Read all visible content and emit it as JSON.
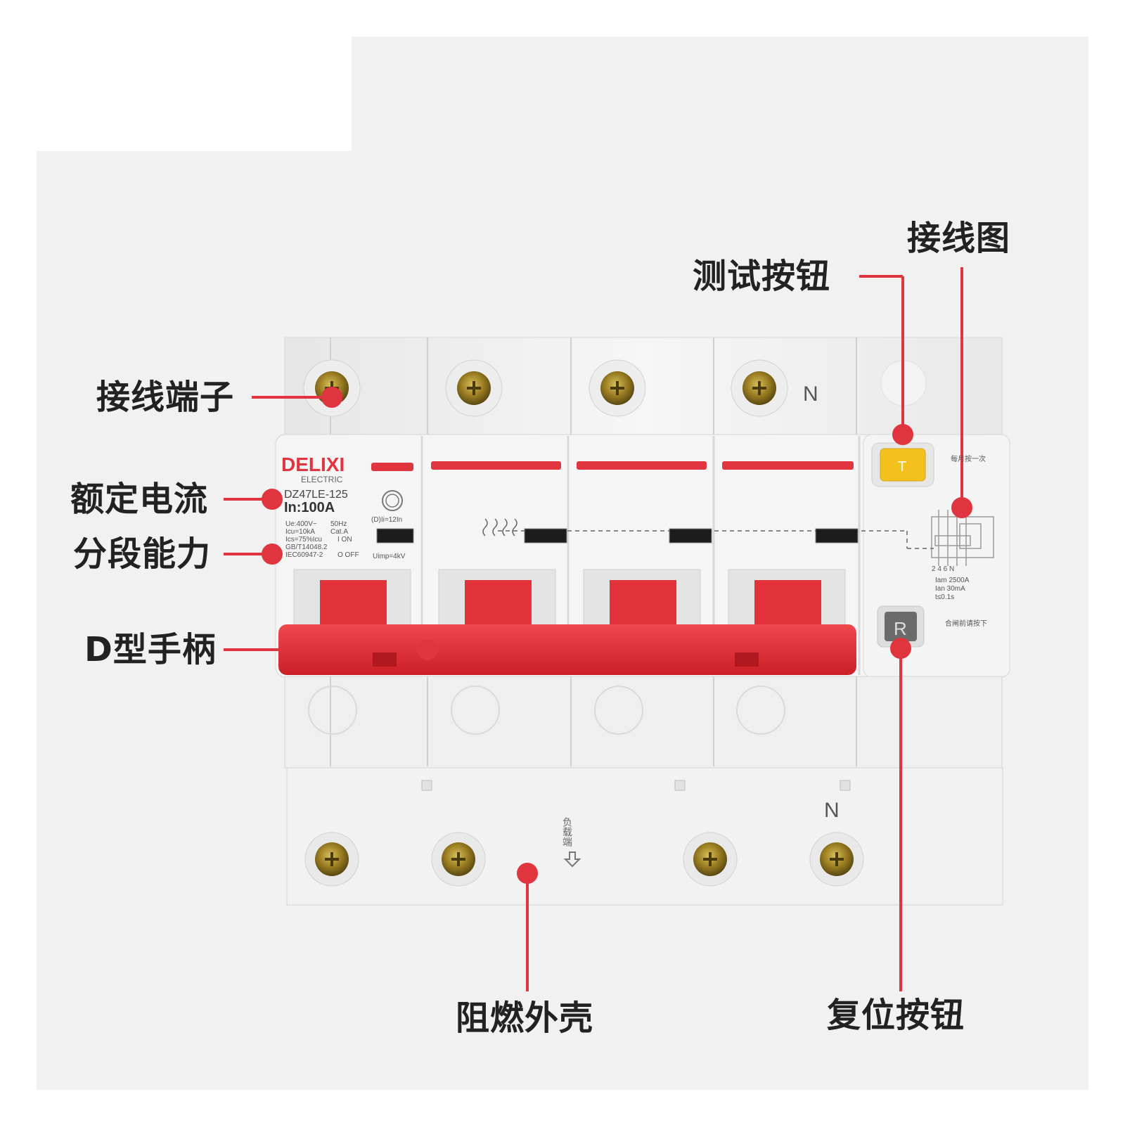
{
  "callouts": {
    "terminal": "接线端子",
    "test_button": "测试按钮",
    "wiring_diagram": "接线图",
    "rated_current": "额定电流",
    "breaking_capacity": "分段能力",
    "handle": "D型手柄",
    "housing": "阻燃外壳",
    "reset_button": "复位按钮"
  },
  "device": {
    "brand": "DELIXI",
    "brand_sub": "ELECTRIC",
    "model": "DZ47LE-125",
    "rating": "In:100A",
    "spec_lines": [
      "Ue:400V~",
      "Icu=10kA",
      "Ics=75%Icu",
      "GB/T14048.2",
      "IEC60947-2"
    ],
    "spec_lines_2": [
      "50Hz",
      "Cat.A"
    ],
    "on_label": "I ON",
    "off_label": "O OFF",
    "curve": "(D)Ii=12In",
    "uimp": "Uimp=4kV",
    "neutral_top": "N",
    "neutral_bottom": "N",
    "test_key": "T",
    "test_hint": "每月按一次",
    "reset_key": "R",
    "reset_hint": "合闸前请按下",
    "load_label": "负载端",
    "diag_numbers": "2  4  6  N",
    "ratings_block": [
      "Iam 2500A",
      "Ian 30mA",
      "t≤0.1s"
    ]
  },
  "colors": {
    "accent_red": "#e0353f",
    "handle_red": "#e02a33",
    "test_yellow": "#f4c21e",
    "body_grey": "#ececec",
    "screw_gold": "#a98a2c"
  }
}
